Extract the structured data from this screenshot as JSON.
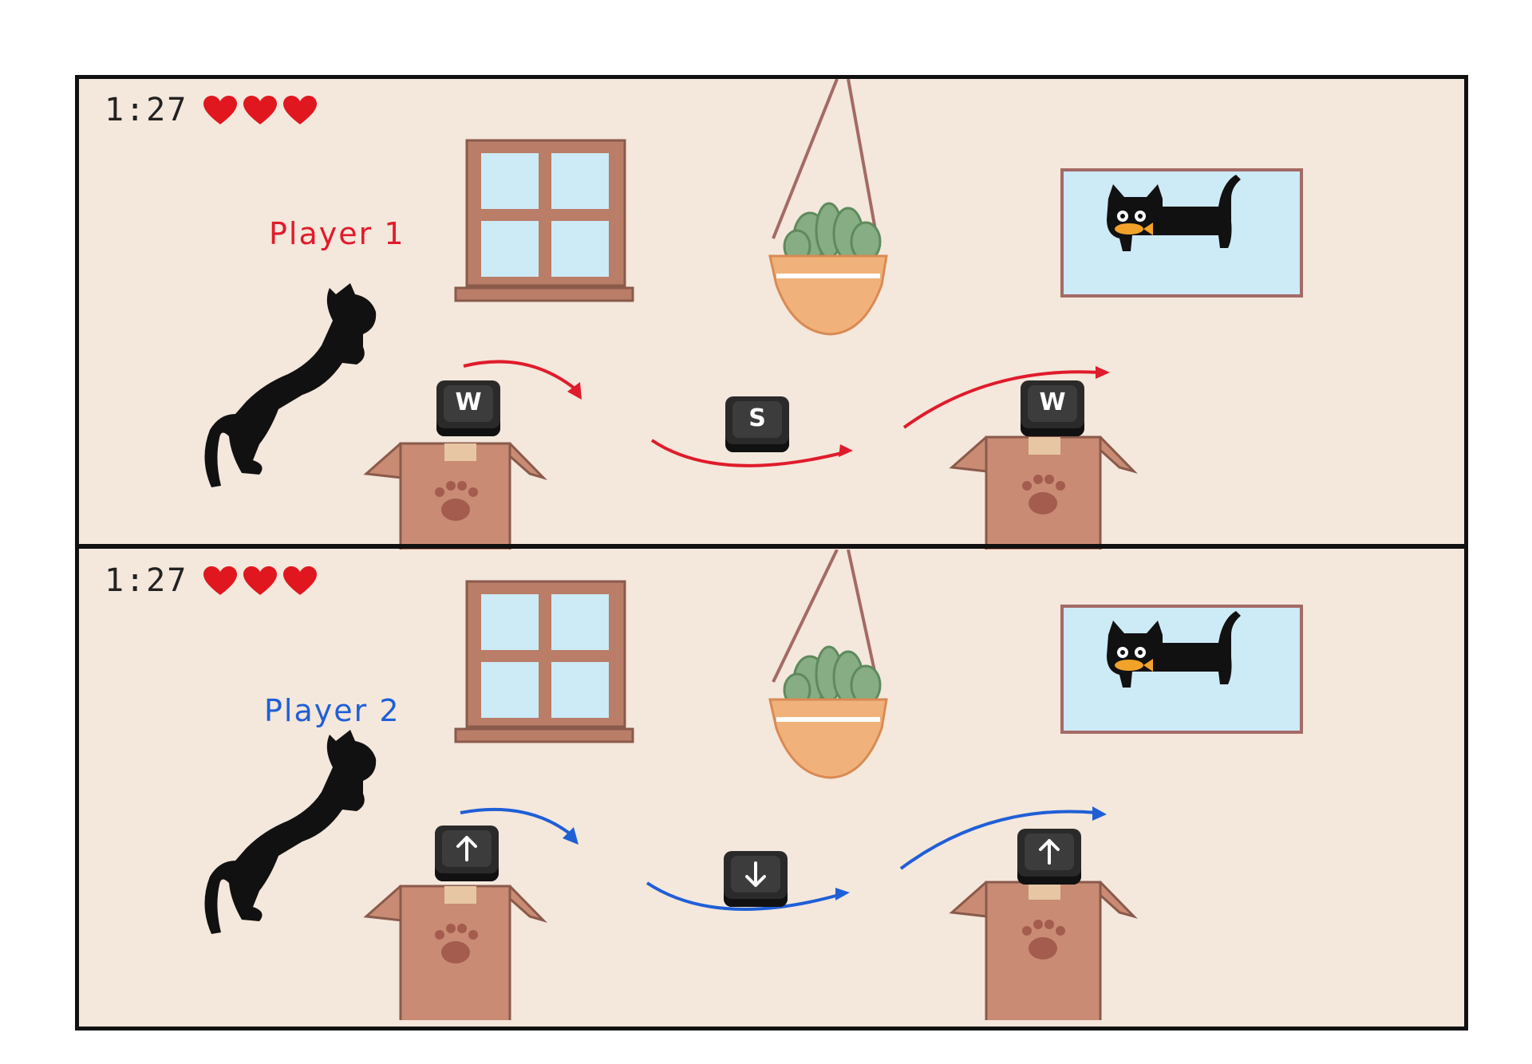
{
  "colors": {
    "background": "#f4e7dc",
    "frame": "#111111",
    "player1": "#e01b2b",
    "player2": "#1f5fd6",
    "heart": "#e0171f",
    "box": "#c98b73",
    "window_frame": "#b97d68",
    "window_glass": "#cdeaf7",
    "planter": "#f0b27a",
    "plant": "#86ad84"
  },
  "panels": [
    {
      "timer": "1:27",
      "lives": 3,
      "player_label": "Player 1",
      "accent": "player1",
      "keys": [
        {
          "label": "W",
          "icon": ""
        },
        {
          "label": "S",
          "icon": ""
        },
        {
          "label": "W",
          "icon": ""
        }
      ]
    },
    {
      "timer": "1:27",
      "lives": 3,
      "player_label": "Player 2",
      "accent": "player2",
      "keys": [
        {
          "label": "",
          "icon": "arrow-up-icon"
        },
        {
          "label": "",
          "icon": "arrow-down-icon"
        },
        {
          "label": "",
          "icon": "arrow-up-icon"
        }
      ]
    }
  ],
  "icons": {
    "cat": "jumping-cat-silhouette",
    "box": "cardboard-box-paw-icon",
    "window": "window-icon",
    "planter": "hanging-planter-icon",
    "painting": "cat-with-fish-painting",
    "arrow": "jump-trajectory-arrow",
    "heart": "heart-icon"
  }
}
